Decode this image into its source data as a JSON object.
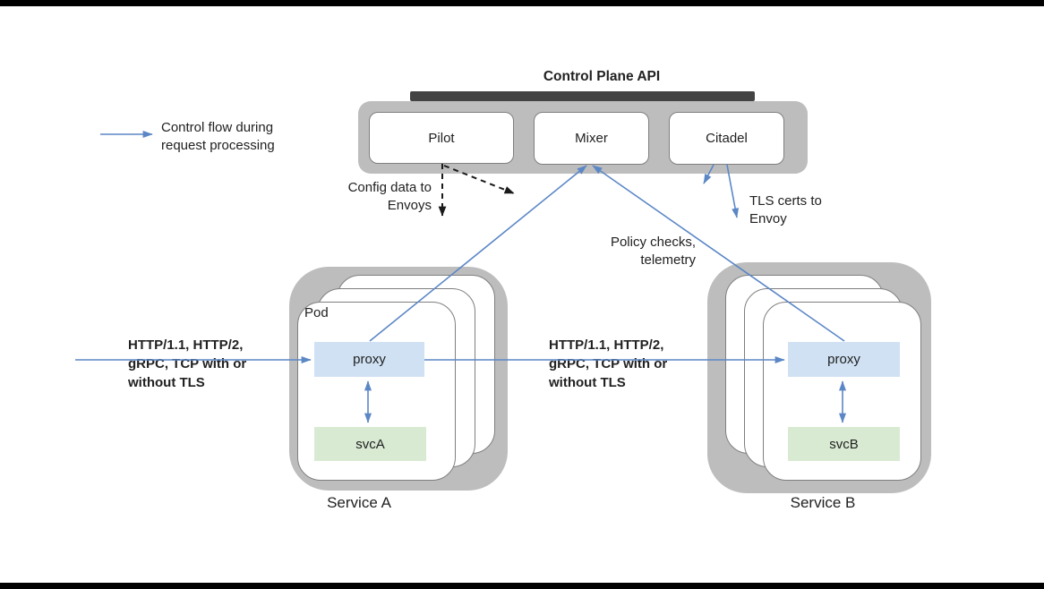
{
  "colors": {
    "arrow-blue": "#5b87c6",
    "dashed-black": "#1a1a1a",
    "panel-gray": "#bdbdbd",
    "bar-dark": "#434343",
    "card-border": "#7f7f7f",
    "proxy-fill": "#cfe1f3",
    "svc-fill": "#d9ead3"
  },
  "title": "Control Plane API",
  "legend": {
    "label": "Control flow during\nrequest processing"
  },
  "control_plane": {
    "pilot": "Pilot",
    "mixer": "Mixer",
    "citadel": "Citadel"
  },
  "annotations": {
    "config_data": "Config data to\nEnvoys",
    "tls_certs": "TLS certs to\nEnvoy",
    "policy_checks": "Policy checks,\ntelemetry",
    "traffic_left": "HTTP/1.1, HTTP/2,\ngRPC, TCP with or\nwithout TLS",
    "traffic_middle": "HTTP/1.1, HTTP/2,\ngRPC, TCP with or\nwithout TLS"
  },
  "service_a": {
    "name": "Service A",
    "pod_label": "Pod",
    "proxy": "proxy",
    "service": "svcA"
  },
  "service_b": {
    "name": "Service B",
    "proxy": "proxy",
    "service": "svcB"
  }
}
